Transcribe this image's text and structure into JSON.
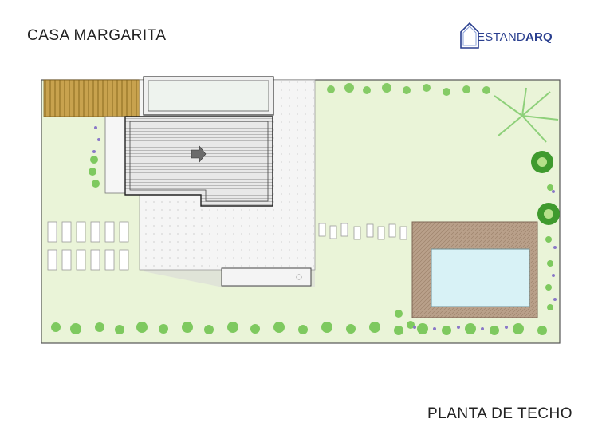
{
  "header": {
    "project_name": "CASA MARGARITA",
    "logo": {
      "text_regular": "ESTAND",
      "text_bold": "ARQ",
      "icon": "house-outline-icon",
      "color": "#2a3f8f"
    }
  },
  "footer": {
    "drawing_title": "PLANTA DE TECHO"
  },
  "plan": {
    "lawn_color": "#eaf4d8",
    "deck_color": "#c8a24e",
    "pool_water_color": "#d8f2f6",
    "pool_deck_color": "#b59a83",
    "roof_color": "#e6e6e6",
    "vegetation_color": "#4aa83a",
    "flower_color": "#8a78c8"
  }
}
